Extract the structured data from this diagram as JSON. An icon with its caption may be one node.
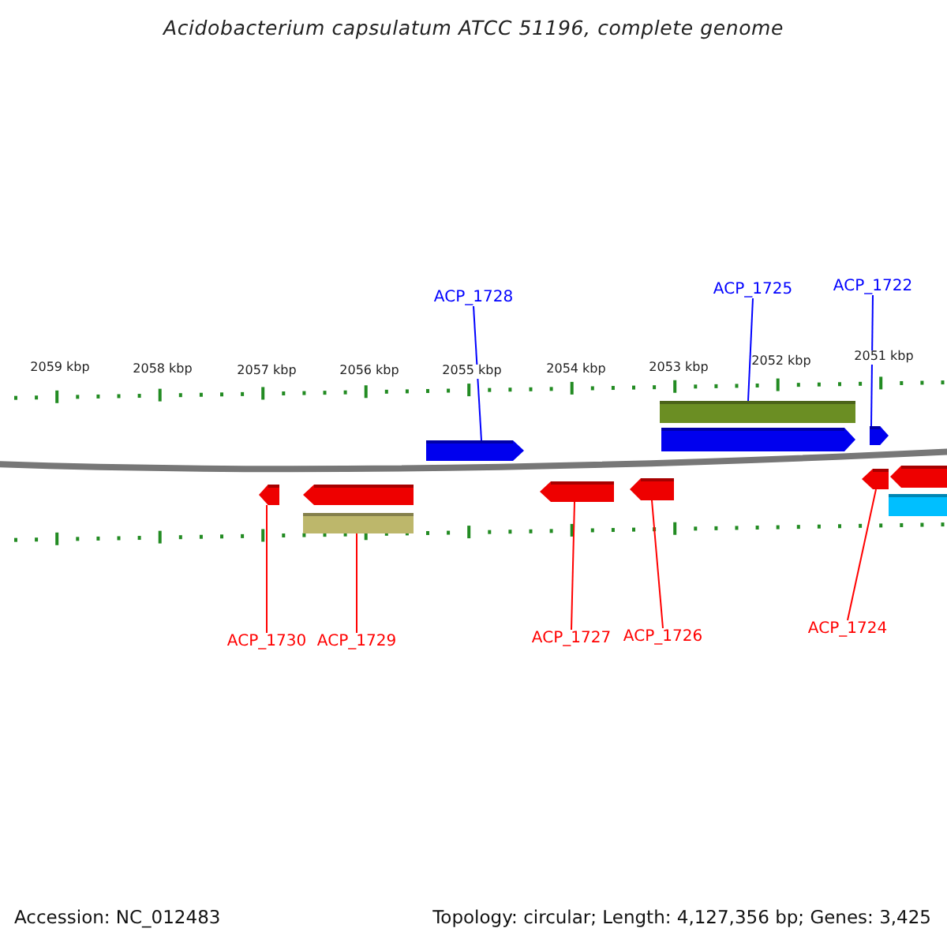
{
  "diagram": {
    "title": "Acidobacterium capsulatum ATCC 51196, complete genome",
    "nodes": [
      {
        "text": [
          "ACP_1728"
        ]
      },
      {
        "text": [
          "ACP_1725"
        ]
      },
      {
        "text": [
          "ACP_1722"
        ]
      },
      {
        "text": [],
        "shape": "pentagon"
      },
      {
        "text": [],
        "shape": "bar"
      },
      {
        "text": [],
        "shape": "pentagon"
      },
      {
        "text": [],
        "shape": "pentagon"
      },
      {
        "text": [],
        "shape": "pentagon"
      },
      {
        "text": [],
        "shape": "pentagon"
      },
      {
        "text": [],
        "shape": "bar"
      },
      {
        "text": [],
        "shape": "pentagon"
      },
      {
        "text": [],
        "shape": "pentagon"
      },
      {
        "text": [],
        "shape": "pentagon"
      },
      {
        "text": [],
        "shape": "pentagon"
      },
      {
        "text": [],
        "shape": "bar"
      },
      {
        "text": [
          "ACP_1730"
        ]
      },
      {
        "text": [
          "ACP_1729"
        ]
      },
      {
        "text": [
          "ACP_1727"
        ]
      },
      {
        "text": [
          "ACP_1726"
        ]
      },
      {
        "text": [
          "ACP_1724"
        ]
      }
    ],
    "edges": [
      {
        "from": 0,
        "to": 3,
        "arrow": "none",
        "color": "#0000ff"
      },
      {
        "from": 1,
        "to": 4,
        "arrow": "none",
        "color": "#0000ff"
      },
      {
        "from": 2,
        "to": 6,
        "arrow": "none",
        "color": "#0000ff"
      },
      {
        "from": 15,
        "to": 7,
        "arrow": "none",
        "color": "#ff0000"
      },
      {
        "from": 16,
        "to": 9,
        "arrow": "none",
        "color": "#ff0000"
      },
      {
        "from": 17,
        "to": 10,
        "arrow": "none",
        "color": "#ff0000"
      },
      {
        "from": 18,
        "to": 11,
        "arrow": "none",
        "color": "#ff0000"
      },
      {
        "from": 19,
        "to": 12,
        "arrow": "none",
        "color": "#ff0000"
      }
    ],
    "labels": [
      "2059 kbp",
      "2058 kbp",
      "2057 kbp",
      "2056 kbp",
      "2055 kbp",
      "2054 kbp",
      "2053 kbp",
      "2052 kbp",
      "2051 kbp",
      "Accession: NC_012483",
      "Topology: circular; Length: 4,127,356 bp; Genes: 3,425"
    ]
  }
}
